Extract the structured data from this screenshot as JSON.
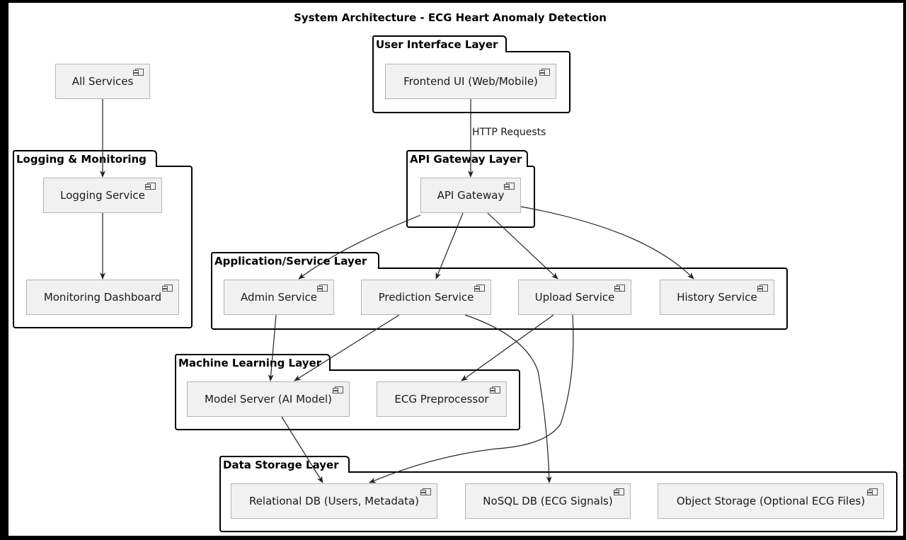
{
  "title": "System Architecture - ECG Heart Anomaly Detection",
  "packages": {
    "ui": "User Interface Layer",
    "gateway": "API Gateway Layer",
    "logging": "Logging & Monitoring",
    "app": "Application/Service Layer",
    "ml": "Machine Learning Layer",
    "data": "Data Storage Layer"
  },
  "components": {
    "all_services": "All Services",
    "frontend": "Frontend UI (Web/Mobile)",
    "api_gateway": "API Gateway",
    "logging_service": "Logging Service",
    "monitoring": "Monitoring Dashboard",
    "admin": "Admin Service",
    "prediction": "Prediction Service",
    "upload": "Upload Service",
    "history": "History Service",
    "model_server": "Model Server (AI Model)",
    "preprocessor": "ECG Preprocessor",
    "relational_db": "Relational DB (Users, Metadata)",
    "nosql_db": "NoSQL DB (ECG Signals)",
    "object_storage": "Object Storage (Optional ECG Files)"
  },
  "edge_labels": {
    "http": "HTTP Requests"
  },
  "edges": [
    {
      "from": "all_services",
      "to": "logging_service"
    },
    {
      "from": "logging_service",
      "to": "monitoring"
    },
    {
      "from": "frontend",
      "to": "api_gateway",
      "label": "http"
    },
    {
      "from": "api_gateway",
      "to": "admin"
    },
    {
      "from": "api_gateway",
      "to": "prediction"
    },
    {
      "from": "api_gateway",
      "to": "upload"
    },
    {
      "from": "api_gateway",
      "to": "history"
    },
    {
      "from": "admin",
      "to": "model_server"
    },
    {
      "from": "prediction",
      "to": "model_server"
    },
    {
      "from": "upload",
      "to": "preprocessor"
    },
    {
      "from": "prediction",
      "to": "nosql_db"
    },
    {
      "from": "upload",
      "to": "relational_db"
    },
    {
      "from": "model_server",
      "to": "relational_db"
    }
  ]
}
